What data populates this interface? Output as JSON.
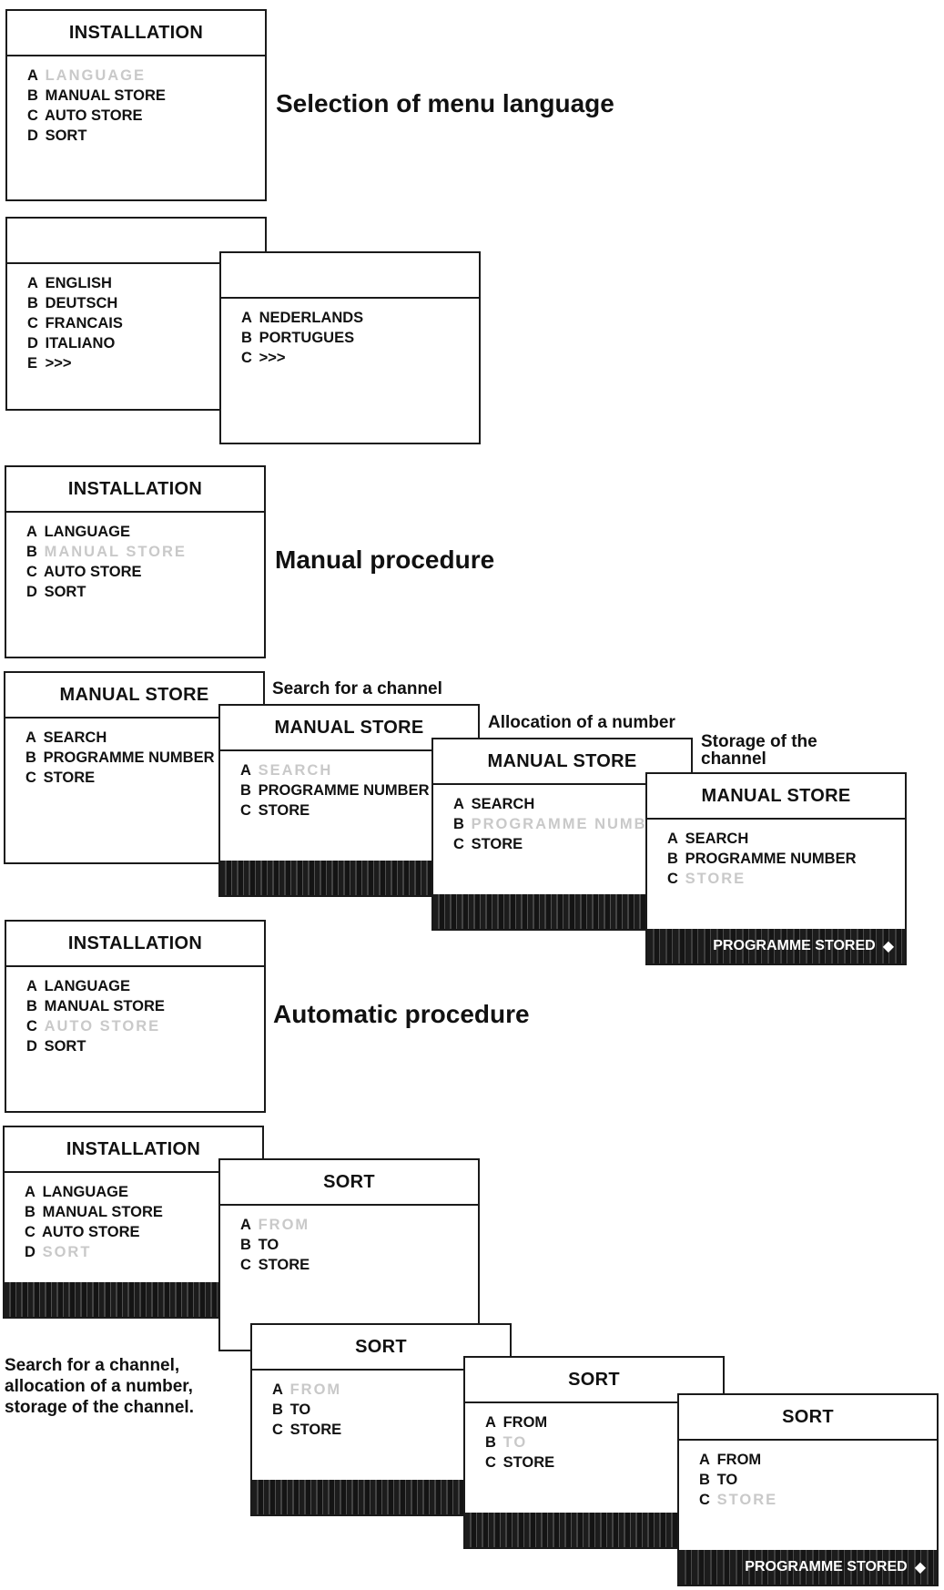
{
  "headings": {
    "language": "Selection of menu language",
    "manual": "Manual procedure",
    "automatic": "Automatic procedure"
  },
  "captions": {
    "search": "Search for a channel",
    "allocation": "Allocation of a number",
    "storage_line1": "Storage of the",
    "storage_line2": "channel"
  },
  "note": {
    "line1": "Search for a channel,",
    "line2": "allocation of a number,",
    "line3": "storage of the channel."
  },
  "installation_language": {
    "title": "INSTALLATION",
    "items": [
      {
        "key": "A",
        "label": "LANGUAGE"
      },
      {
        "key": "B",
        "label": "MANUAL STORE"
      },
      {
        "key": "C",
        "label": "AUTO STORE"
      },
      {
        "key": "D",
        "label": "SORT"
      }
    ]
  },
  "language_menu_1": {
    "title": "",
    "items": [
      {
        "key": "A",
        "label": "ENGLISH"
      },
      {
        "key": "B",
        "label": "DEUTSCH"
      },
      {
        "key": "C",
        "label": "FRANCAIS"
      },
      {
        "key": "D",
        "label": "ITALIANO"
      },
      {
        "key": "E",
        "label": ">>>"
      }
    ]
  },
  "language_menu_2": {
    "title": "",
    "items": [
      {
        "key": "A",
        "label": "NEDERLANDS"
      },
      {
        "key": "B",
        "label": "PORTUGUES"
      },
      {
        "key": "C",
        "label": ">>>"
      }
    ]
  },
  "installation_manual": {
    "title": "INSTALLATION",
    "items": [
      {
        "key": "A",
        "label": "LANGUAGE"
      },
      {
        "key": "B",
        "label": "MANUAL STORE"
      },
      {
        "key": "C",
        "label": "AUTO STORE"
      },
      {
        "key": "D",
        "label": "SORT"
      }
    ]
  },
  "manual_store": {
    "title": "MANUAL STORE",
    "items": [
      {
        "key": "A",
        "label": "SEARCH"
      },
      {
        "key": "B",
        "label": "PROGRAMME NUMBER"
      },
      {
        "key": "C",
        "label": "STORE"
      }
    ],
    "status_stored": "PROGRAMME STORED",
    "status_arrow": "◆"
  },
  "installation_auto": {
    "title": "INSTALLATION",
    "items": [
      {
        "key": "A",
        "label": "LANGUAGE"
      },
      {
        "key": "B",
        "label": "MANUAL STORE"
      },
      {
        "key": "C",
        "label": "AUTO STORE"
      },
      {
        "key": "D",
        "label": "SORT"
      }
    ]
  },
  "installation_sort": {
    "title": "INSTALLATION",
    "items": [
      {
        "key": "A",
        "label": "LANGUAGE"
      },
      {
        "key": "B",
        "label": "MANUAL STORE"
      },
      {
        "key": "C",
        "label": "AUTO STORE"
      },
      {
        "key": "D",
        "label": "SORT"
      }
    ]
  },
  "sort": {
    "title": "SORT",
    "items": [
      {
        "key": "A",
        "label": "FROM"
      },
      {
        "key": "B",
        "label": "TO"
      },
      {
        "key": "C",
        "label": "STORE"
      }
    ],
    "status_stored": "PROGRAMME STORED",
    "status_arrow": "◆"
  }
}
